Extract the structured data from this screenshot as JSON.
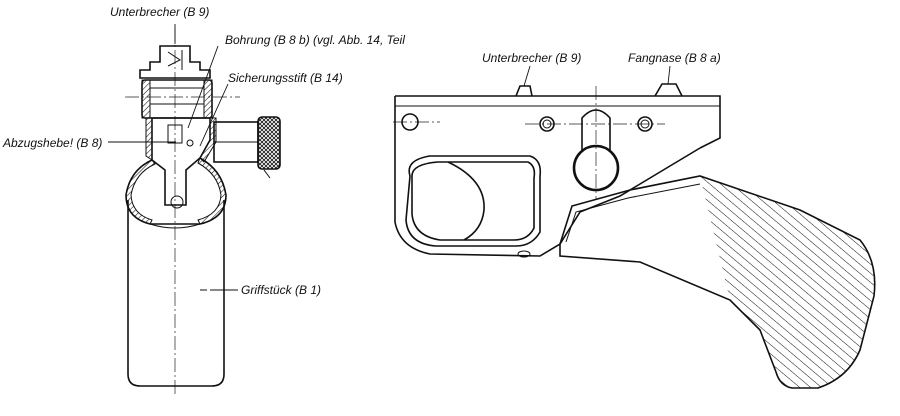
{
  "figure": {
    "labels": {
      "unterbrecher_left": "Unterbrecher (B 9)",
      "bohrung": "Bohrung (B 8 b) (vgl. Abb. 14, Teil",
      "sicherungsstift": "Sicherungsstift (B 14)",
      "abzugshebel": "Abzugshebe! (B 8)",
      "griffstueck": "Griffstück (B 1)",
      "unterbrecher_right": "Unterbrecher (B 9)",
      "fangnase": "Fangnase (B 8 a)"
    },
    "colors": {
      "ink": "#111111",
      "paper": "#ffffff"
    }
  }
}
